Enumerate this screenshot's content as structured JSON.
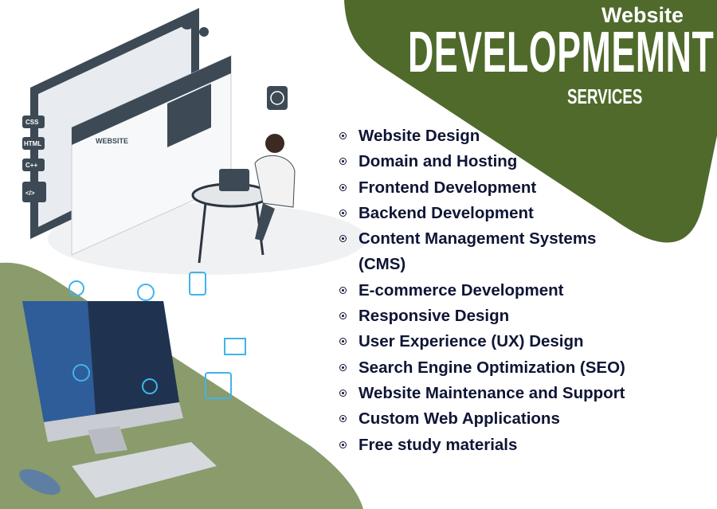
{
  "colors": {
    "dark_green": "#4f6a2b",
    "light_green": "#8a9b6c",
    "text": "#0f1535",
    "accent_blue": "#3fb4ea"
  },
  "header": {
    "line1": "Website",
    "line2": "DEVELOPMEMNT",
    "line3": "SERVICES"
  },
  "illustration": {
    "code_tags": [
      "CSS",
      "HTML",
      "C++",
      "</>"
    ],
    "browser_label": "WEBSITE"
  },
  "services": [
    "Website Design",
    "Domain and Hosting",
    "Frontend Development",
    "Backend Development",
    "Content Management Systems (CMS)",
    "E-commerce Development",
    "Responsive Design",
    "User Experience (UX) Design",
    "Search Engine Optimization (SEO)",
    "Website Maintenance and Support",
    "Custom Web Applications",
    "Free study materials"
  ]
}
